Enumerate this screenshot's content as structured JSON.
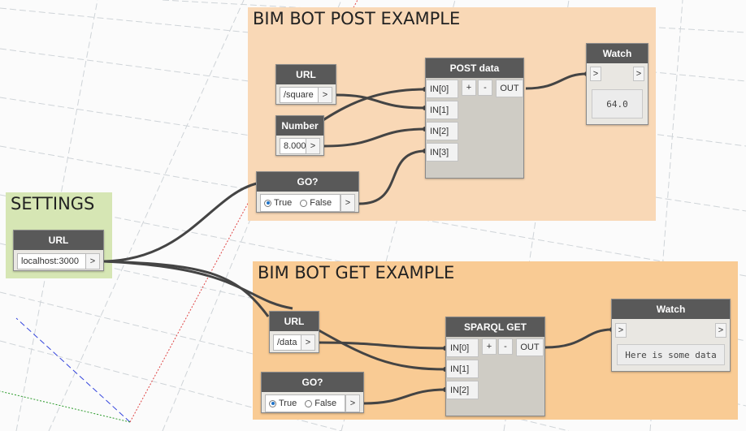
{
  "groups": {
    "post": {
      "title": "BIM BOT POST EXAMPLE",
      "color": "#f9d8b6"
    },
    "settings": {
      "title": "SETTINGS",
      "color": "#d6e6b4"
    },
    "get": {
      "title": "BIM BOT GET EXAMPLE",
      "color": "#f9cb94"
    }
  },
  "nodes": {
    "post_url": {
      "title": "URL",
      "value": "/square",
      "port": ">"
    },
    "number": {
      "title": "Number",
      "value": "8.000",
      "port": ">"
    },
    "post_go": {
      "title": "GO?",
      "true_label": "True",
      "false_label": "False",
      "selected": "True",
      "port": ">"
    },
    "post_data": {
      "title": "POST data",
      "inputs": [
        "IN[0]",
        "IN[1]",
        "IN[2]",
        "IN[3]"
      ],
      "add": "+",
      "remove": "-",
      "output": "OUT"
    },
    "post_watch": {
      "title": "Watch",
      "in_port": ">",
      "out_port": ">",
      "value": "64.0"
    },
    "settings_url": {
      "title": "URL",
      "value": "localhost:3000",
      "port": ">"
    },
    "get_url": {
      "title": "URL",
      "value": "/data",
      "port": ">"
    },
    "get_go": {
      "title": "GO?",
      "true_label": "True",
      "false_label": "False",
      "selected": "True",
      "port": ">"
    },
    "sparql_get": {
      "title": "SPARQL GET",
      "inputs": [
        "IN[0]",
        "IN[1]",
        "IN[2]"
      ],
      "add": "+",
      "remove": "-",
      "output": "OUT"
    },
    "get_watch": {
      "title": "Watch",
      "in_port": ">",
      "out_port": ">",
      "value": "Here is some data"
    }
  },
  "colors": {
    "node_header": "#595959",
    "wire": "#444444",
    "selected_radio": "#1e73c8"
  }
}
